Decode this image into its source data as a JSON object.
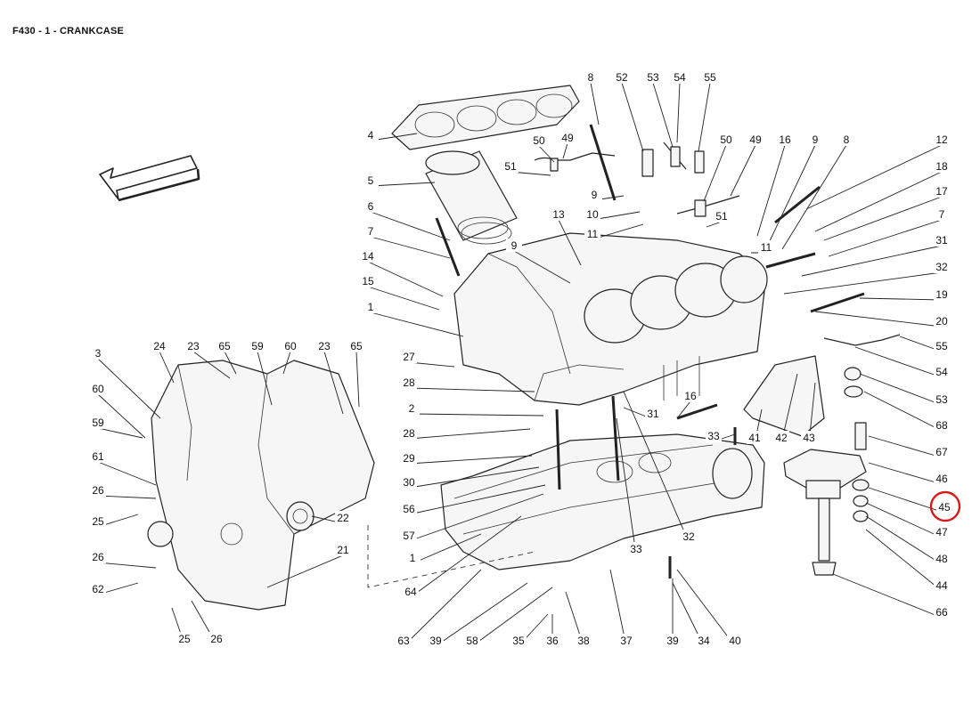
{
  "header": {
    "title": "F430 - 1 - CRANKCASE"
  },
  "highlight": {
    "label": "45",
    "color": "#d61a1a"
  },
  "callouts": [
    {
      "id": "c01",
      "text": "8"
    },
    {
      "id": "c02",
      "text": "52"
    },
    {
      "id": "c03",
      "text": "53"
    },
    {
      "id": "c04",
      "text": "54"
    },
    {
      "id": "c05",
      "text": "55"
    },
    {
      "id": "c06",
      "text": "4"
    },
    {
      "id": "c07",
      "text": "50"
    },
    {
      "id": "c08",
      "text": "49"
    },
    {
      "id": "c09",
      "text": "51"
    },
    {
      "id": "c10",
      "text": "5"
    },
    {
      "id": "c11",
      "text": "9"
    },
    {
      "id": "c12",
      "text": "10"
    },
    {
      "id": "c13",
      "text": "11"
    },
    {
      "id": "c14",
      "text": "6"
    },
    {
      "id": "c15",
      "text": "13"
    },
    {
      "id": "c16",
      "text": "7"
    },
    {
      "id": "c17",
      "text": "9"
    },
    {
      "id": "c18",
      "text": "14"
    },
    {
      "id": "c19",
      "text": "15"
    },
    {
      "id": "c20",
      "text": "1"
    },
    {
      "id": "c21",
      "text": "50"
    },
    {
      "id": "c22",
      "text": "49"
    },
    {
      "id": "c23",
      "text": "16"
    },
    {
      "id": "c24",
      "text": "9"
    },
    {
      "id": "c25",
      "text": "8"
    },
    {
      "id": "c26",
      "text": "51"
    },
    {
      "id": "c27",
      "text": "11"
    },
    {
      "id": "c28",
      "text": "12"
    },
    {
      "id": "c29",
      "text": "18"
    },
    {
      "id": "c30",
      "text": "17"
    },
    {
      "id": "c31",
      "text": "7"
    },
    {
      "id": "c32",
      "text": "31"
    },
    {
      "id": "c33",
      "text": "32"
    },
    {
      "id": "c34",
      "text": "19"
    },
    {
      "id": "c35",
      "text": "20"
    },
    {
      "id": "c36",
      "text": "55"
    },
    {
      "id": "c37",
      "text": "54"
    },
    {
      "id": "c38",
      "text": "53"
    },
    {
      "id": "c39",
      "text": "68"
    },
    {
      "id": "c40",
      "text": "67"
    },
    {
      "id": "c41",
      "text": "46"
    },
    {
      "id": "c42",
      "text": "45"
    },
    {
      "id": "c43",
      "text": "47"
    },
    {
      "id": "c44",
      "text": "48"
    },
    {
      "id": "c45",
      "text": "44"
    },
    {
      "id": "c46",
      "text": "66"
    },
    {
      "id": "c47",
      "text": "3"
    },
    {
      "id": "c48",
      "text": "24"
    },
    {
      "id": "c49",
      "text": "23"
    },
    {
      "id": "c50",
      "text": "65"
    },
    {
      "id": "c51",
      "text": "59"
    },
    {
      "id": "c52",
      "text": "60"
    },
    {
      "id": "c53",
      "text": "23"
    },
    {
      "id": "c54",
      "text": "65"
    },
    {
      "id": "c55",
      "text": "60"
    },
    {
      "id": "c56",
      "text": "59"
    },
    {
      "id": "c57",
      "text": "61"
    },
    {
      "id": "c58",
      "text": "26"
    },
    {
      "id": "c59",
      "text": "25"
    },
    {
      "id": "c60",
      "text": "22"
    },
    {
      "id": "c61",
      "text": "21"
    },
    {
      "id": "c62",
      "text": "26"
    },
    {
      "id": "c63",
      "text": "62"
    },
    {
      "id": "c64",
      "text": "25"
    },
    {
      "id": "c65",
      "text": "26"
    },
    {
      "id": "c66",
      "text": "27"
    },
    {
      "id": "c67",
      "text": "28"
    },
    {
      "id": "c68",
      "text": "2"
    },
    {
      "id": "c69",
      "text": "28"
    },
    {
      "id": "c70",
      "text": "29"
    },
    {
      "id": "c71",
      "text": "30"
    },
    {
      "id": "c72",
      "text": "56"
    },
    {
      "id": "c73",
      "text": "57"
    },
    {
      "id": "c74",
      "text": "1"
    },
    {
      "id": "c75",
      "text": "64"
    },
    {
      "id": "c76",
      "text": "16"
    },
    {
      "id": "c77",
      "text": "31"
    },
    {
      "id": "c78",
      "text": "33"
    },
    {
      "id": "c79",
      "text": "41"
    },
    {
      "id": "c80",
      "text": "42"
    },
    {
      "id": "c81",
      "text": "43"
    },
    {
      "id": "c82",
      "text": "33"
    },
    {
      "id": "c83",
      "text": "32"
    },
    {
      "id": "c84",
      "text": "63"
    },
    {
      "id": "c85",
      "text": "39"
    },
    {
      "id": "c86",
      "text": "58"
    },
    {
      "id": "c87",
      "text": "35"
    },
    {
      "id": "c88",
      "text": "36"
    },
    {
      "id": "c89",
      "text": "38"
    },
    {
      "id": "c90",
      "text": "37"
    },
    {
      "id": "c91",
      "text": "39"
    },
    {
      "id": "c92",
      "text": "34"
    },
    {
      "id": "c93",
      "text": "40"
    }
  ]
}
